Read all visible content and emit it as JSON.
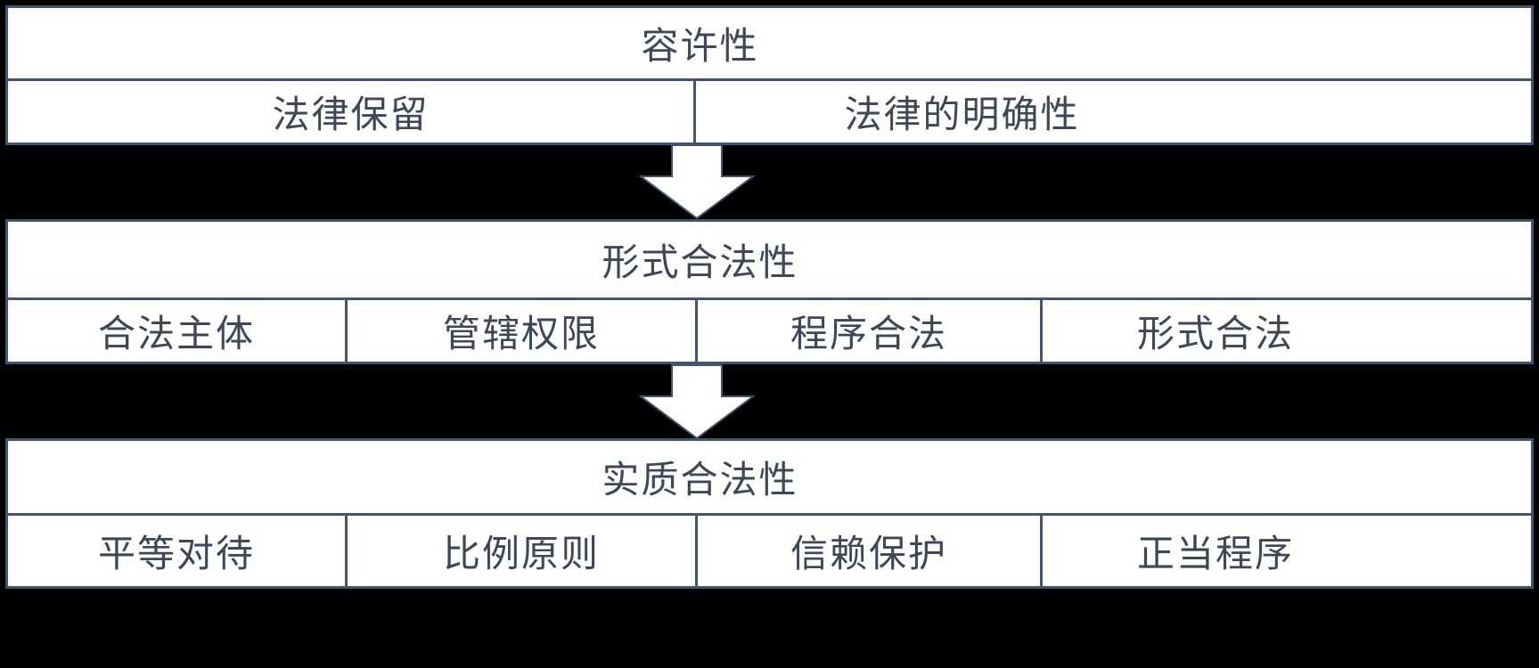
{
  "sections": [
    {
      "title": "容许性",
      "items": [
        "法律保留",
        "法律的明确性"
      ]
    },
    {
      "title": "形式合法性",
      "items": [
        "合法主体",
        "管辖权限",
        "程序合法",
        "形式合法"
      ]
    },
    {
      "title": "实质合法性",
      "items": [
        "平等对待",
        "比例原则",
        "信赖保护",
        "正当程序"
      ]
    }
  ],
  "arrows": {
    "direction": "down",
    "count": 2
  },
  "colors": {
    "background": "#000000",
    "table_background": "#ffffff",
    "border": "#44546a",
    "text": "#3d4757",
    "arrow_fill": "#ffffff",
    "arrow_outline": "#44546a"
  }
}
